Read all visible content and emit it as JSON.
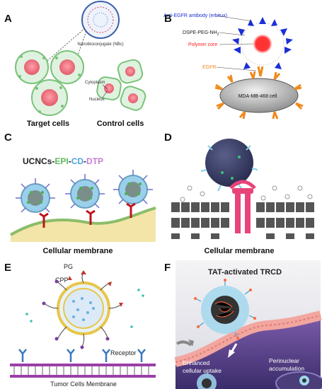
{
  "panels": {
    "A": {
      "label": "A",
      "inset_label": "Nanobioconjugate (NBc)",
      "cytoplasm": "Cytoplasm",
      "nucleus": "Nucleus",
      "target": "Target cells",
      "control": "Control cells"
    },
    "B": {
      "label": "B",
      "antibody": "Anti-EGFR antibody (erbitux)",
      "peg": "DSPE-PEG-NH",
      "peg_sub": "2",
      "core": "Polymer core",
      "egfr": "EGFR",
      "cell": "MDA-MB-468 cell"
    },
    "C": {
      "label": "C",
      "title_parts": [
        "UCNCs",
        "-",
        "EPI",
        "-",
        "CD",
        "-",
        "DTP"
      ],
      "caption": "Cellular membrane"
    },
    "D": {
      "label": "D",
      "caption": "Cellular membrane"
    },
    "E": {
      "label": "E",
      "pg": "PG",
      "cpp": "CPP",
      "receptor": "Receptor",
      "membrane": "Tumor Cells Membrane"
    },
    "F": {
      "label": "F",
      "title": "TAT-activated TRCD",
      "uptake_line1": "Enhanced",
      "uptake_line2": "cellular uptake",
      "perinuclear_line1": "Perinuclear",
      "perinuclear_line2": "accumulation"
    }
  },
  "colors": {
    "C_title": [
      "#222222",
      "#222222",
      "#5cb85c",
      "#222222",
      "#4da3d9",
      "#222222",
      "#c77dd6"
    ],
    "core_red": "#ff2020",
    "antibody_blue": "#1a2fd6",
    "egfr_orange": "#f08a1c",
    "receptor_red": "#c0131b",
    "membrane_pink": "#e8447a"
  }
}
